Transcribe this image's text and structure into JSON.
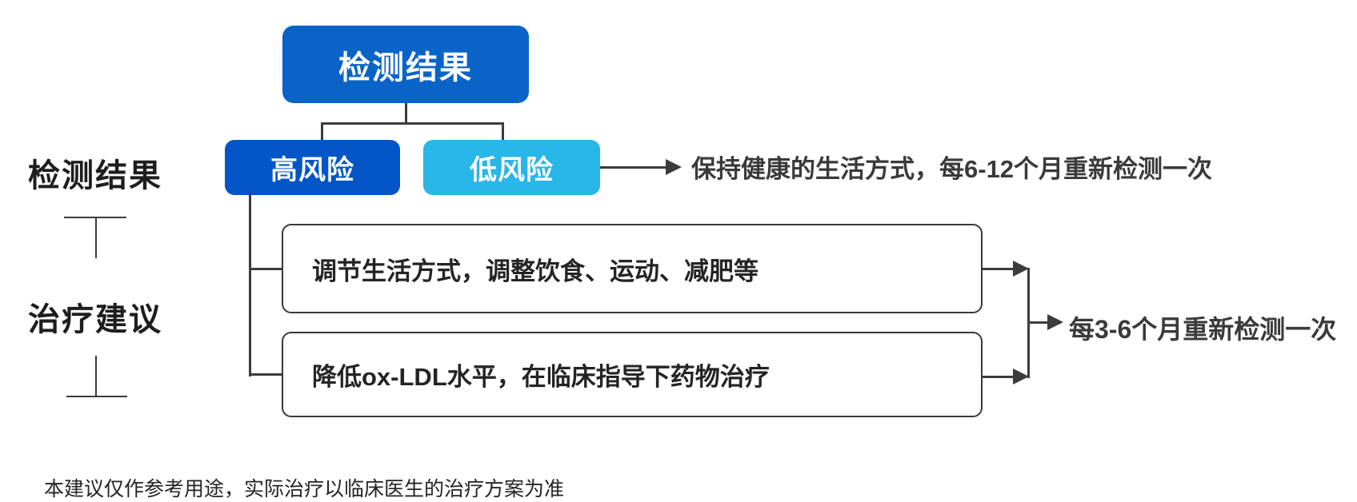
{
  "colors": {
    "primary": "#0A64C8",
    "high_risk": "#0456C8",
    "low_risk": "#29B6E8",
    "line": "#3C3C3C",
    "ink": "#242424"
  },
  "left_rail": {
    "results_label": "检测结果",
    "advice_label": "治疗建议"
  },
  "tree": {
    "root_label": "检测结果",
    "high_risk_label": "高风险",
    "low_risk_label": "低风险",
    "low_risk_note": "保持健康的生活方式，每6-12个月重新检测一次"
  },
  "treatments": [
    {
      "label": "调节生活方式，调整饮食、运动、减肥等"
    },
    {
      "label": "降低ox-LDL水平，在临床指导下药物治疗"
    }
  ],
  "followup_note": "每3-6个月重新检测一次",
  "disclaimer": "本建议仅作参考用途，实际治疗以临床医生的治疗方案为准",
  "icons": {
    "arrowhead": "arrow-right"
  }
}
